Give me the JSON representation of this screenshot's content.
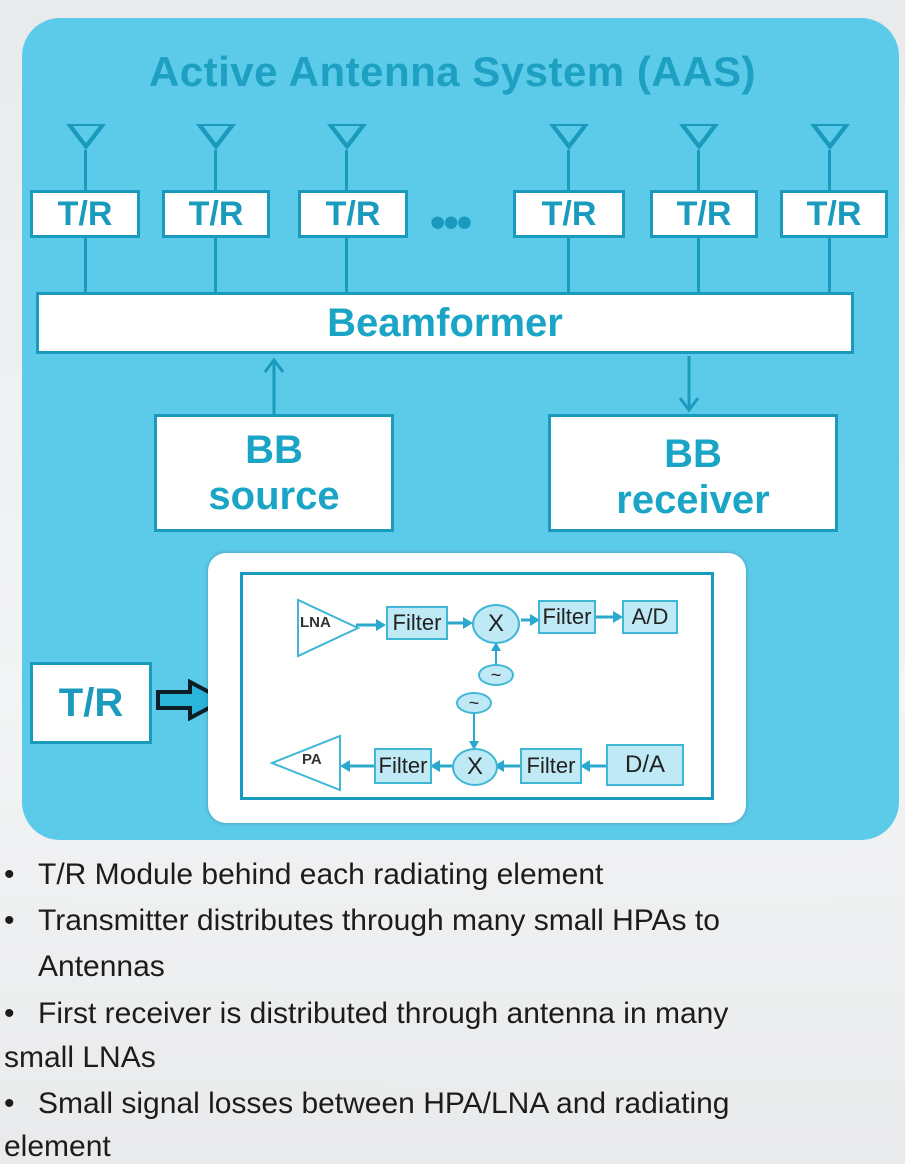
{
  "title": "Active Antenna System (AAS)",
  "tr_modules": [
    {
      "label": "T/R"
    },
    {
      "label": "T/R"
    },
    {
      "label": "T/R"
    },
    {
      "label": "T/R"
    },
    {
      "label": "T/R"
    },
    {
      "label": "T/R"
    }
  ],
  "ellipsis": "•••",
  "beamformer": "Beamformer",
  "bb_source": {
    "line1": "BB",
    "line2": "source"
  },
  "bb_receiver": {
    "line1": "BB",
    "line2": "receiver"
  },
  "tr_detail_label": "T/R",
  "detail": {
    "lna": "LNA",
    "rx_filter1": "Filter",
    "rx_mixer": "X",
    "rx_filter2": "Filter",
    "adc": "A/D",
    "lo_rx": "~",
    "lo_tx": "~",
    "pa": "PA",
    "tx_filter1": "Filter",
    "tx_mixer": "X",
    "tx_filter2": "Filter",
    "dac": "D/A"
  },
  "bullets": [
    {
      "marker": "•",
      "lines": [
        "T/R Module behind each radiating element"
      ]
    },
    {
      "marker": "•",
      "lines": [
        "Transmitter distributes through many small HPAs to",
        "Antennas"
      ]
    },
    {
      "marker": "•",
      "lines": [
        "First receiver is distributed through antenna in many",
        "small LNAs"
      ]
    },
    {
      "marker": "•",
      "lines": [
        "Small signal losses between HPA/LNA and radiating",
        "element"
      ]
    }
  ]
}
